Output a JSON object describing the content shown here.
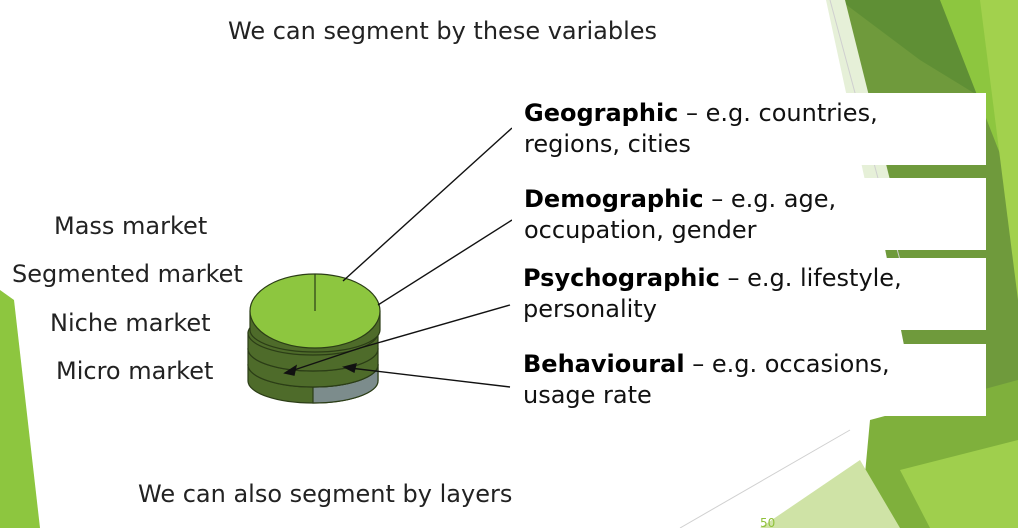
{
  "slide": {
    "title": "We can segment by these variables",
    "footer_text": "We can also segment by layers",
    "page_number": "50",
    "colors": {
      "accent_green": "#8dc63f",
      "dark_green": "#4e6b2a",
      "grey_slice": "#7c8c8c",
      "text": "#222222"
    }
  },
  "levels": [
    {
      "label": "Mass market"
    },
    {
      "label": "Segmented market"
    },
    {
      "label": "Niche market"
    },
    {
      "label": "Micro market"
    }
  ],
  "variables": [
    {
      "name": "Geographic",
      "desc_line1": " – e.g. countries,",
      "desc_line2": "regions, cities"
    },
    {
      "name": "Demographic",
      "desc_line1": " – e.g. age,",
      "desc_line2": "occupation, gender"
    },
    {
      "name": "Psychographic",
      "desc_line1": " – e.g. lifestyle,",
      "desc_line2": "personality"
    },
    {
      "name": "Behavioural",
      "desc_line1": " – e.g. occasions,",
      "desc_line2": "usage rate"
    }
  ]
}
